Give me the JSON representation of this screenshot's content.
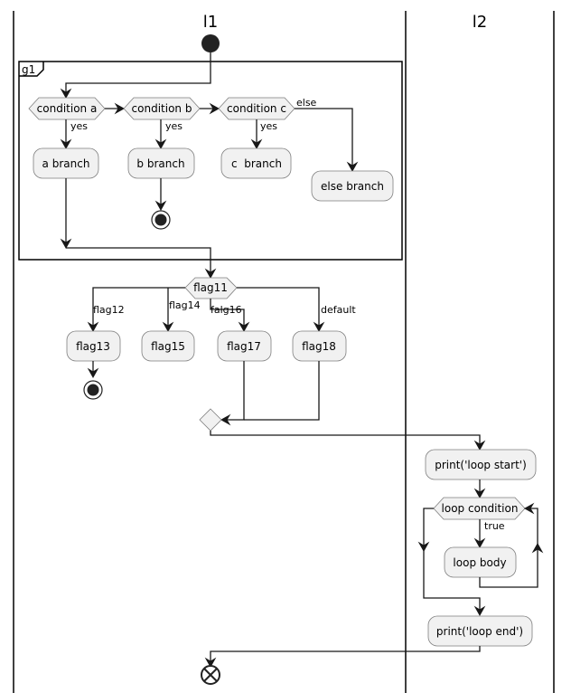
{
  "diagram": {
    "type": "activity",
    "lanes": [
      {
        "name": "l1"
      },
      {
        "name": "l2"
      }
    ],
    "group": {
      "name": "g1"
    },
    "conditions": {
      "a": {
        "text": "condition a",
        "yes": "yes",
        "action": "a branch"
      },
      "b": {
        "text": "condition b",
        "yes": "yes",
        "action": "b branch"
      },
      "c": {
        "text": "condition c",
        "yes": "yes",
        "action": "c  branch"
      },
      "else_label": "else",
      "else_action": "else branch"
    },
    "switch": {
      "text": "flag11",
      "cases": [
        {
          "label": "flag12",
          "action": "flag13"
        },
        {
          "label": "flag14",
          "action": "flag15"
        },
        {
          "label": "falg16",
          "action": "flag17"
        },
        {
          "label": "default",
          "action": "flag18"
        }
      ]
    },
    "loop": {
      "start": "print('loop start')",
      "condition": "loop condition",
      "true_label": "true",
      "body": "loop body",
      "end": "print('loop end')"
    }
  }
}
